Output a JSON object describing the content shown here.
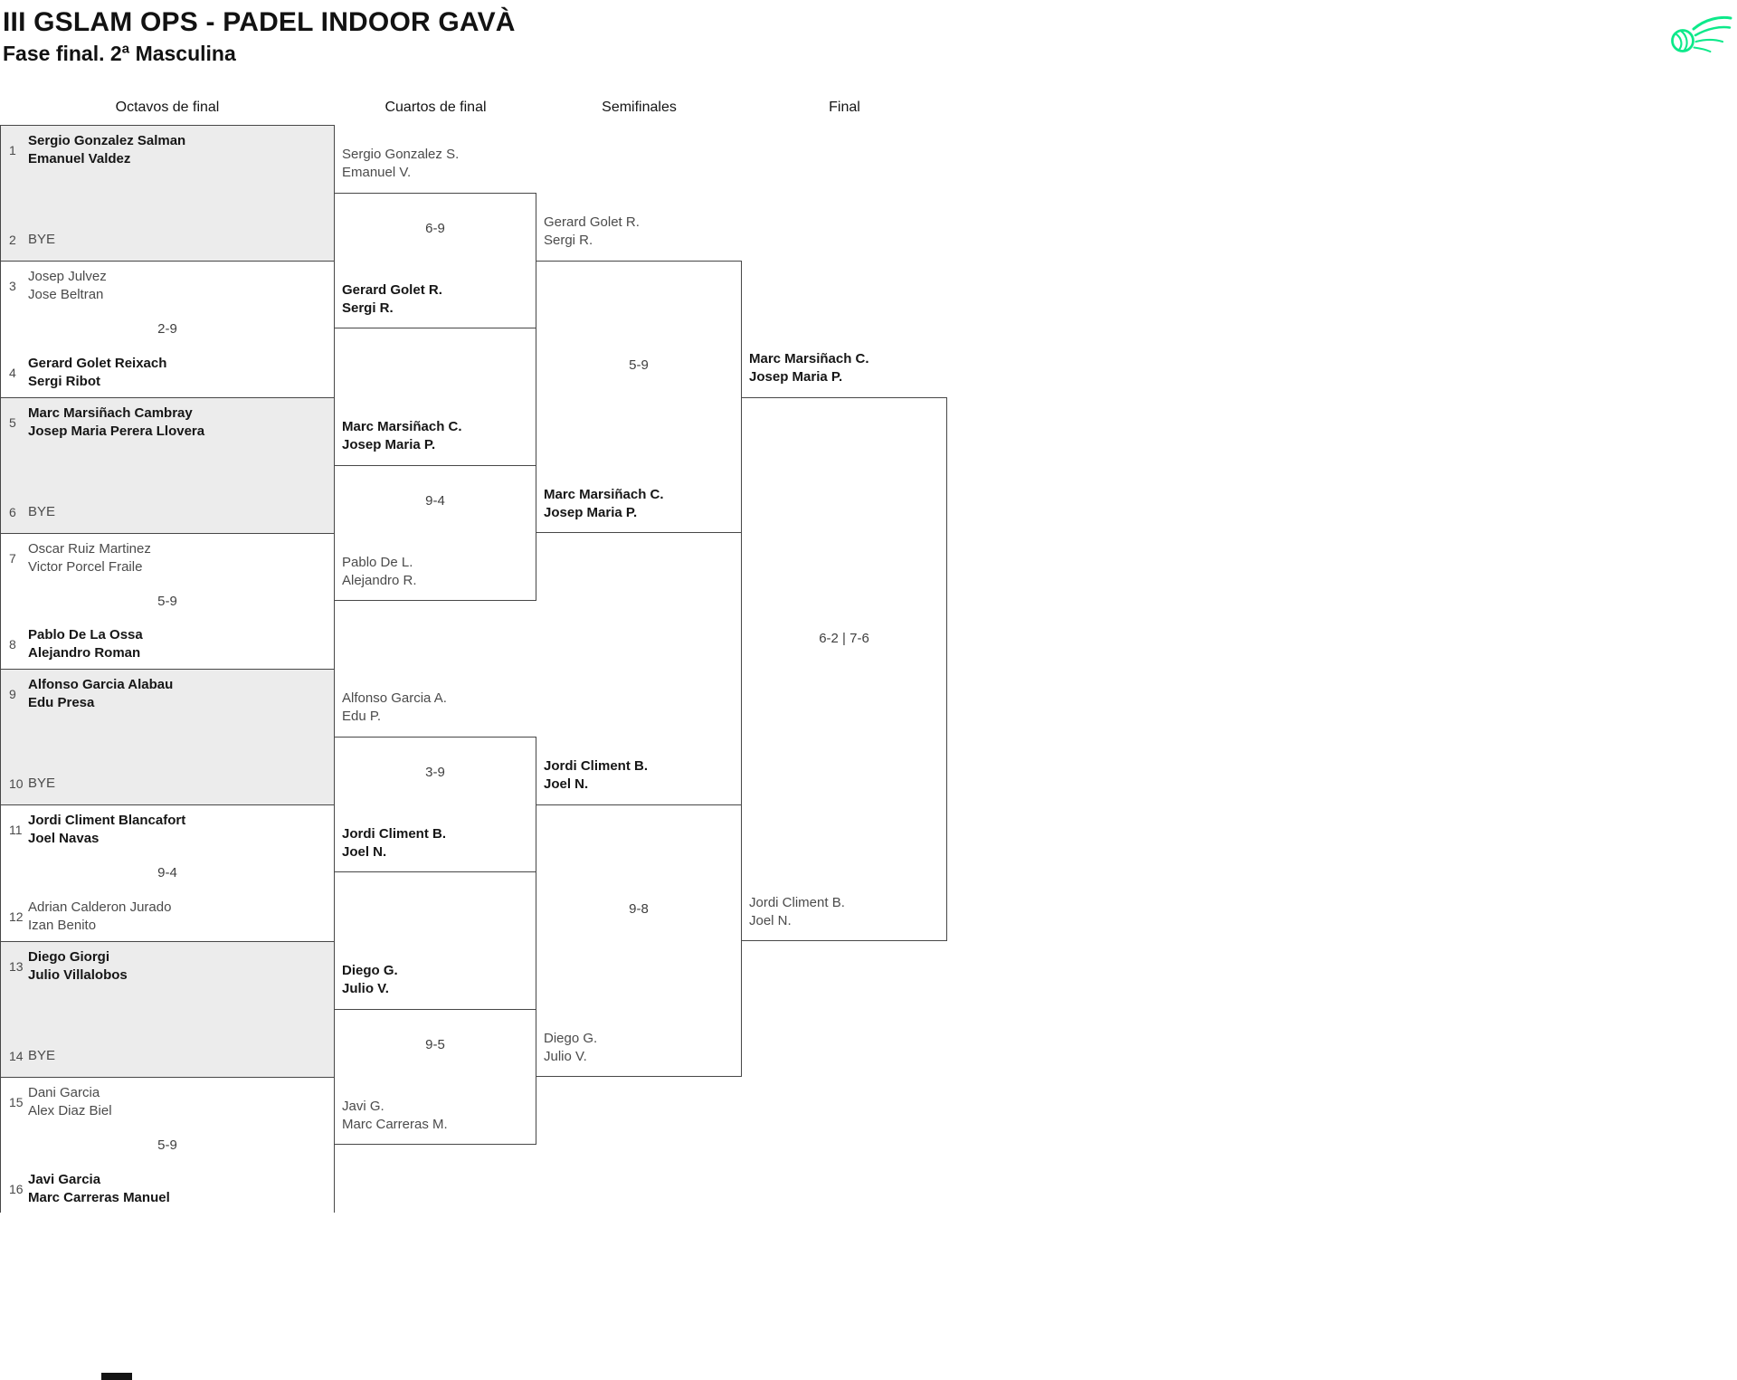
{
  "colors": {
    "accent_green": "#0de98a",
    "shaded_row": "#ececec",
    "line": "#474747"
  },
  "header": {
    "title": "III GSLAM OPS - PADEL INDOOR GAVÀ",
    "subtitle": "Fase final. 2ª Masculina"
  },
  "logo": {
    "icon": "comet-ball-logo"
  },
  "round_headers": [
    "Octavos de final",
    "Cuartos de final",
    "Semifinales",
    "Final"
  ],
  "rounds": {
    "octavos": [
      {
        "shaded": true,
        "score": "",
        "top": {
          "seed": "1",
          "bold": true,
          "lines": [
            "Sergio Gonzalez Salman",
            "Emanuel Valdez"
          ]
        },
        "bottom": {
          "seed": "2",
          "bold": false,
          "bye": true,
          "lines": [
            "BYE"
          ]
        }
      },
      {
        "shaded": false,
        "score": "2-9",
        "top": {
          "seed": "3",
          "bold": false,
          "lines": [
            "Josep Julvez",
            "Jose Beltran"
          ]
        },
        "bottom": {
          "seed": "4",
          "bold": true,
          "lines": [
            "Gerard Golet Reixach",
            "Sergi Ribot"
          ]
        }
      },
      {
        "shaded": true,
        "score": "",
        "top": {
          "seed": "5",
          "bold": true,
          "lines": [
            "Marc Marsiñach Cambray",
            "Josep Maria Perera Llovera"
          ]
        },
        "bottom": {
          "seed": "6",
          "bold": false,
          "bye": true,
          "lines": [
            "BYE"
          ]
        }
      },
      {
        "shaded": false,
        "score": "5-9",
        "top": {
          "seed": "7",
          "bold": false,
          "lines": [
            "Oscar Ruiz Martinez",
            "Victor Porcel Fraile"
          ]
        },
        "bottom": {
          "seed": "8",
          "bold": true,
          "lines": [
            "Pablo De La Ossa",
            "Alejandro Roman"
          ]
        }
      },
      {
        "shaded": true,
        "score": "",
        "top": {
          "seed": "9",
          "bold": true,
          "lines": [
            "Alfonso Garcia Alabau",
            "Edu Presa"
          ]
        },
        "bottom": {
          "seed": "10",
          "bold": false,
          "bye": true,
          "lines": [
            "BYE"
          ]
        }
      },
      {
        "shaded": false,
        "score": "9-4",
        "top": {
          "seed": "11",
          "bold": true,
          "lines": [
            "Jordi Climent Blancafort",
            "Joel Navas"
          ]
        },
        "bottom": {
          "seed": "12",
          "bold": false,
          "lines": [
            "Adrian Calderon Jurado",
            "Izan Benito"
          ]
        }
      },
      {
        "shaded": true,
        "score": "",
        "top": {
          "seed": "13",
          "bold": true,
          "lines": [
            "Diego Giorgi",
            "Julio Villalobos"
          ]
        },
        "bottom": {
          "seed": "14",
          "bold": false,
          "bye": true,
          "lines": [
            "BYE"
          ]
        }
      },
      {
        "shaded": false,
        "score": "5-9",
        "top": {
          "seed": "15",
          "bold": false,
          "lines": [
            "Dani Garcia",
            "Alex Diaz Biel"
          ]
        },
        "bottom": {
          "seed": "16",
          "bold": true,
          "lines": [
            "Javi Garcia",
            "Marc Carreras Manuel"
          ]
        }
      }
    ],
    "cuartos": [
      {
        "score": "6-9",
        "top": {
          "bold": false,
          "lines": [
            "Sergio Gonzalez S.",
            "Emanuel V."
          ]
        },
        "bottom": {
          "bold": true,
          "lines": [
            "Gerard Golet R.",
            "Sergi R."
          ]
        }
      },
      {
        "score": "9-4",
        "top": {
          "bold": true,
          "lines": [
            "Marc Marsiñach C.",
            "Josep Maria P."
          ]
        },
        "bottom": {
          "bold": false,
          "lines": [
            "Pablo De L.",
            "Alejandro R."
          ]
        }
      },
      {
        "score": "3-9",
        "top": {
          "bold": false,
          "lines": [
            "Alfonso Garcia A.",
            "Edu P."
          ]
        },
        "bottom": {
          "bold": true,
          "lines": [
            "Jordi Climent B.",
            "Joel N."
          ]
        }
      },
      {
        "score": "9-5",
        "top": {
          "bold": true,
          "lines": [
            "Diego G.",
            "Julio V."
          ]
        },
        "bottom": {
          "bold": false,
          "lines": [
            "Javi G.",
            "Marc Carreras M."
          ]
        }
      }
    ],
    "semifinales": [
      {
        "score": "5-9",
        "top": {
          "bold": false,
          "lines": [
            "Gerard Golet R.",
            "Sergi R."
          ]
        },
        "bottom": {
          "bold": true,
          "lines": [
            "Marc Marsiñach C.",
            "Josep Maria P."
          ]
        }
      },
      {
        "score": "9-8",
        "top": {
          "bold": true,
          "lines": [
            "Jordi Climent B.",
            "Joel N."
          ]
        },
        "bottom": {
          "bold": false,
          "lines": [
            "Diego G.",
            "Julio V."
          ]
        }
      }
    ],
    "final": [
      {
        "score": "6-2 | 7-6",
        "top": {
          "bold": true,
          "lines": [
            "Marc Marsiñach C.",
            "Josep Maria P."
          ]
        },
        "bottom": {
          "bold": false,
          "lines": [
            "Jordi Climent B.",
            "Joel N."
          ]
        }
      }
    ]
  }
}
